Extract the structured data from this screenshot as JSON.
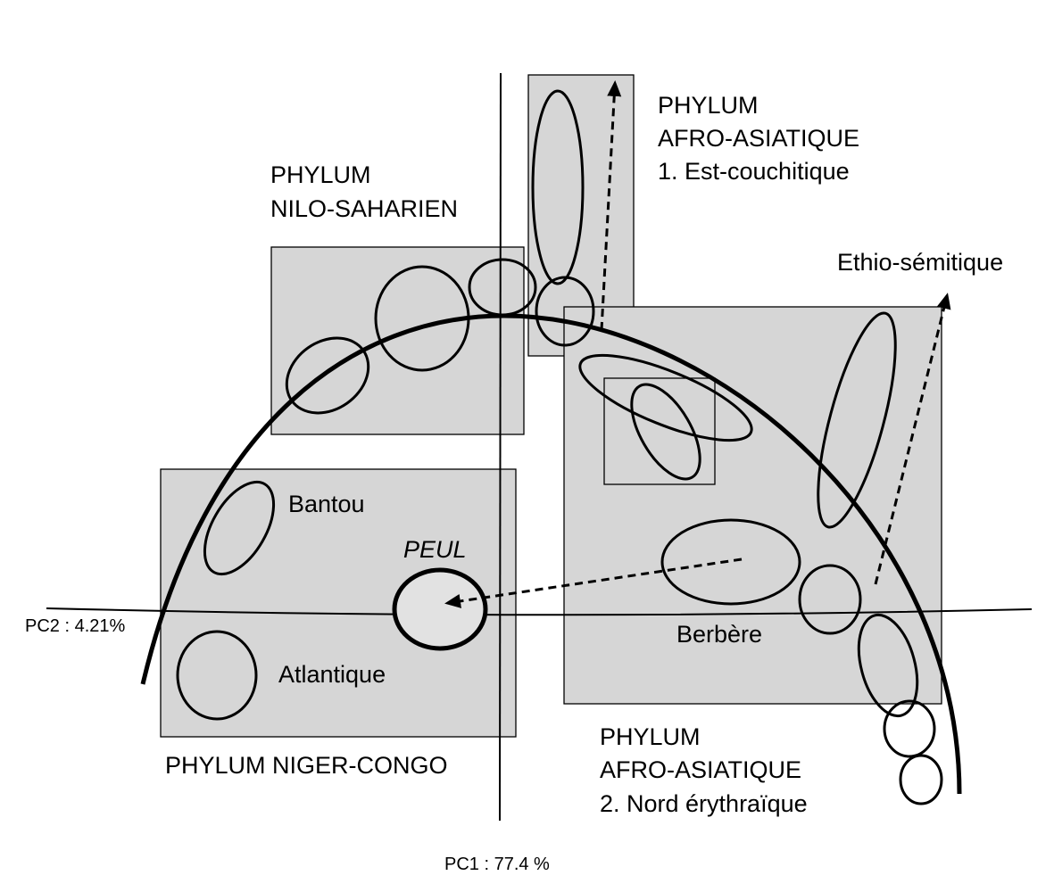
{
  "axes": {
    "pc1_label": "PC1 : 77.4 %",
    "pc2_label": "PC2 : 4.21%"
  },
  "groups": {
    "nilo_saharien": {
      "line1": "PHYLUM",
      "line2": "NILO-SAHARIEN"
    },
    "afro_asiatique_1": {
      "line1": "PHYLUM",
      "line2": "AFRO-ASIATIQUE",
      "line3": "1. Est-couchitique"
    },
    "afro_asiatique_2": {
      "line1": "PHYLUM",
      "line2": "AFRO-ASIATIQUE",
      "line3": "2. Nord érythraïque"
    },
    "niger_congo": {
      "label": "PHYLUM NIGER-CONGO"
    }
  },
  "subgroups": {
    "ethio_semitique": "Ethio-sémitique",
    "bantou": "Bantou",
    "peul": "PEUL",
    "atlantique": "Atlantique",
    "berbere": "Berbère"
  },
  "colors": {
    "box_fill": "#d6d6d6",
    "peul_fill": "#e2e2e2",
    "stroke": "#000000"
  }
}
